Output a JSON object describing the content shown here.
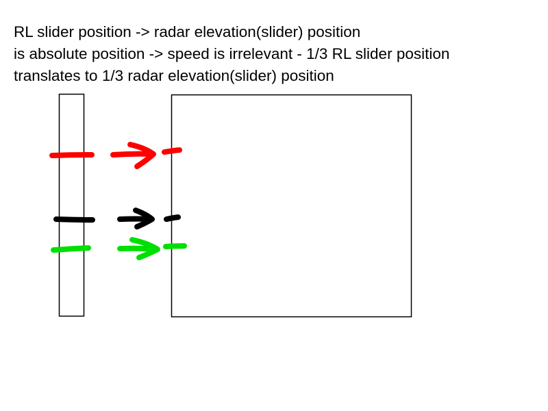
{
  "caption": {
    "lines": [
      "RL slider position -> radar elevation(slider) position",
      "is absolute position -> speed is irrelevant - 1/3 RL slider position",
      "translates to 1/3 radar elevation(slider) position"
    ]
  },
  "colors": {
    "ink": "#000000",
    "red": "#ff0000",
    "black": "#000000",
    "green": "#00e000"
  },
  "diagram": {
    "rl_slider": {
      "marks": [
        {
          "color": "red"
        },
        {
          "color": "black"
        },
        {
          "color": "green"
        }
      ]
    },
    "radar_elevation": {
      "marks": [
        {
          "color": "red"
        },
        {
          "color": "black"
        },
        {
          "color": "green"
        }
      ]
    }
  }
}
